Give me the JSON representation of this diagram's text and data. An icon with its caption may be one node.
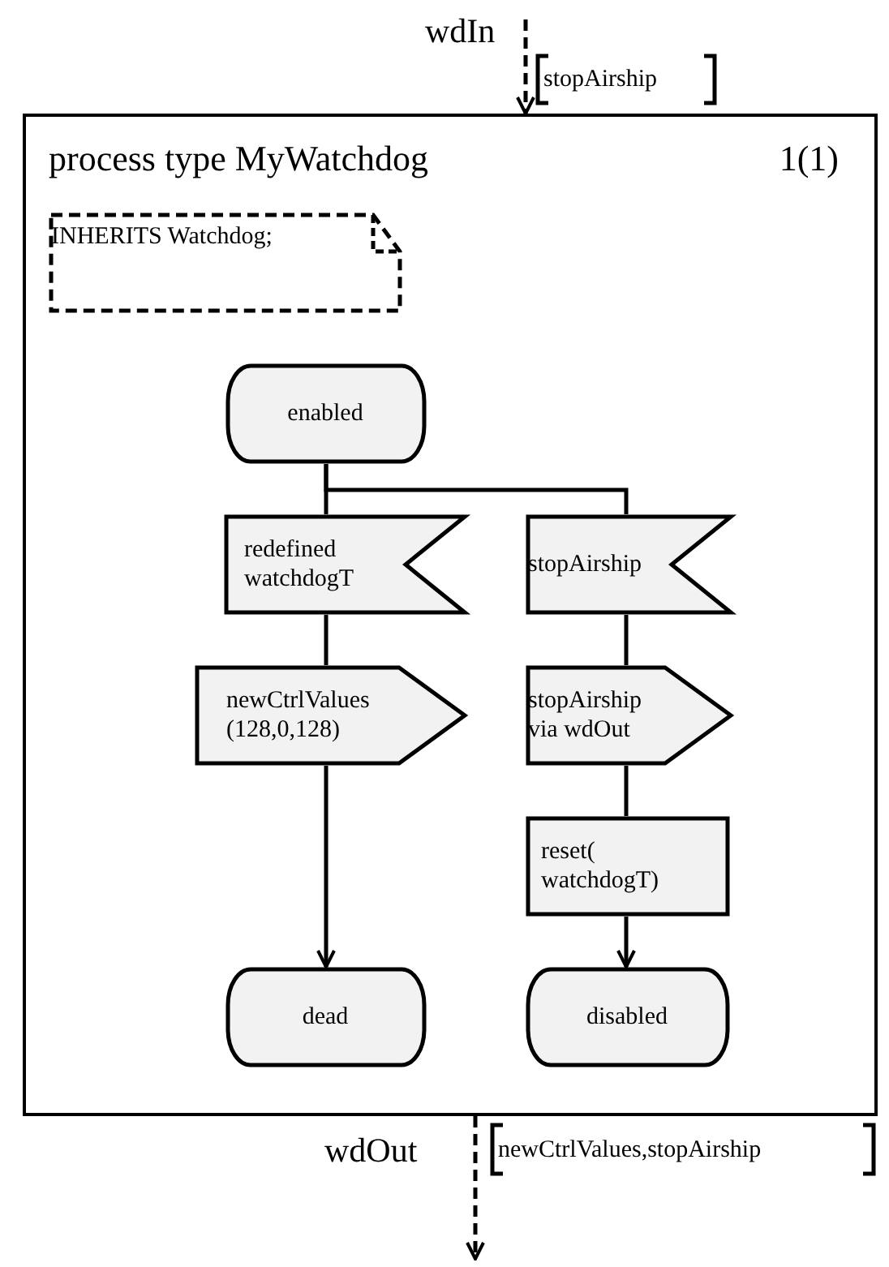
{
  "diagram": {
    "nodes": [
      {
        "text": [
          "process type MyWatchdog",
          "1(1)"
        ]
      },
      {
        "text": [
          "INHERITS Watchdog;"
        ],
        "in": 0
      },
      {
        "text": [
          "enabled"
        ],
        "in": 0
      },
      {
        "text": [
          "redefined watchdogT"
        ],
        "in": 0
      },
      {
        "text": [
          "stopAirship"
        ],
        "in": 0
      },
      {
        "text": [
          "newCtrlValues (128,0,128)"
        ],
        "in": 0
      },
      {
        "text": [
          "stopAirship via wdOut"
        ],
        "in": 0
      },
      {
        "text": [
          "reset( watchdogT)"
        ],
        "in": 0
      },
      {
        "text": [
          "dead"
        ],
        "in": 0
      },
      {
        "text": [
          "disabled"
        ],
        "in": 0
      }
    ],
    "edges": [
      {
        "from": null,
        "to": 0,
        "arrow": "to",
        "label": "wdIn",
        "style": "dashed"
      },
      {
        "from": 2,
        "to": 3,
        "arrow": "none"
      },
      {
        "from": 2,
        "to": 4,
        "arrow": "none"
      },
      {
        "from": 3,
        "to": 5,
        "arrow": "none"
      },
      {
        "from": 5,
        "to": 8,
        "arrow": "to"
      },
      {
        "from": 4,
        "to": 6,
        "arrow": "none"
      },
      {
        "from": 6,
        "to": 7,
        "arrow": "none"
      },
      {
        "from": 7,
        "to": 9,
        "arrow": "to"
      },
      {
        "from": 0,
        "to": null,
        "arrow": "to",
        "label": "wdOut",
        "style": "dashed"
      }
    ],
    "labels": [
      "stopAirship",
      "newCtrlValues,stopAirship"
    ]
  }
}
